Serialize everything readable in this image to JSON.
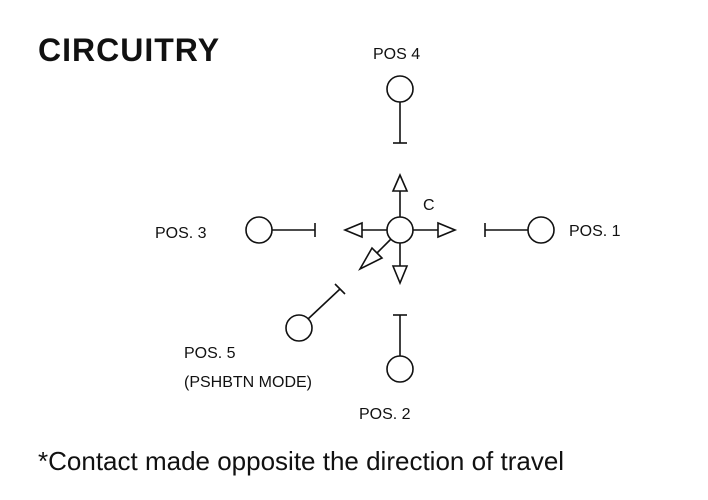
{
  "title": "CIRCUITRY",
  "labels": {
    "pos4": "POS 4",
    "pos3": "POS. 3",
    "pos1": "POS. 1",
    "pos5": "POS. 5",
    "pos5_mode": "(PSHBTN MODE)",
    "pos2": "POS. 2",
    "common": "C"
  },
  "footnote": "*Contact made opposite the direction of travel"
}
